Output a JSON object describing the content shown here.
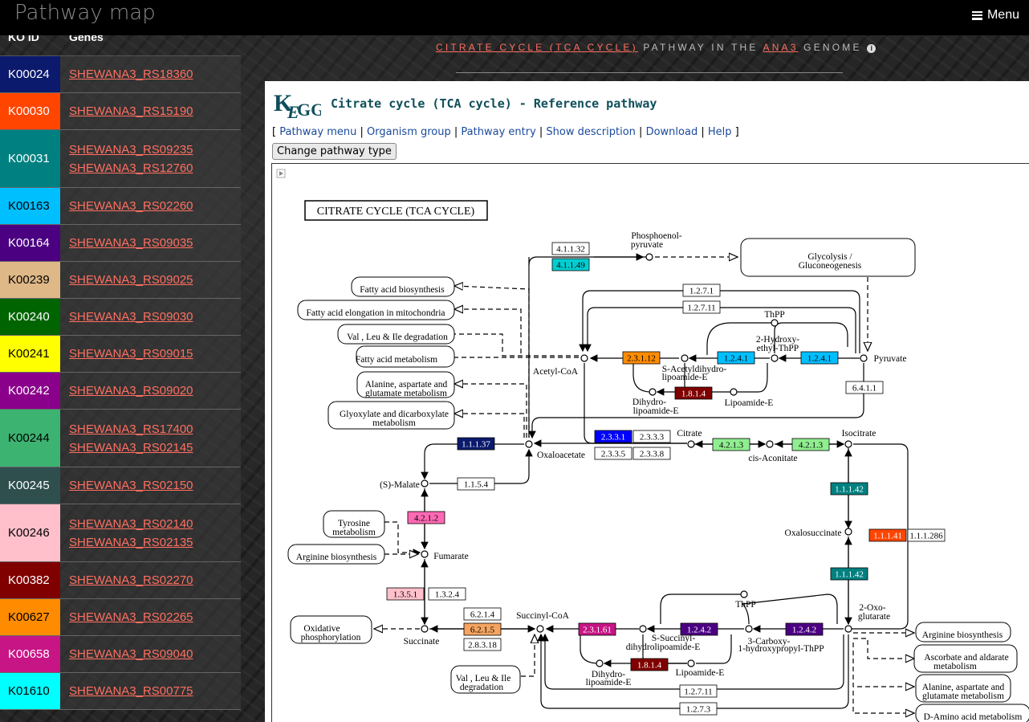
{
  "header": {
    "title": "Pathway map",
    "menu_label": "Menu",
    "menu_icon": "hamburger-icon"
  },
  "ko_table": {
    "col_ko": "KO ID",
    "col_genes": "Genes",
    "rows": [
      {
        "ko": "K00024",
        "color": "#0b1a6d",
        "genes": [
          "SHEWANA3_RS18360"
        ]
      },
      {
        "ko": "K00030",
        "color": "#ff4500",
        "genes": [
          "SHEWANA3_RS15190"
        ]
      },
      {
        "ko": "K00031",
        "color": "#008080",
        "genes": [
          "SHEWANA3_RS09235",
          "SHEWANA3_RS12760"
        ]
      },
      {
        "ko": "K00163",
        "color": "#00bfff",
        "genes": [
          "SHEWANA3_RS02260"
        ]
      },
      {
        "ko": "K00164",
        "color": "#4b0082",
        "genes": [
          "SHEWANA3_RS09035"
        ]
      },
      {
        "ko": "K00239",
        "color": "#deb887",
        "genes": [
          "SHEWANA3_RS09025"
        ]
      },
      {
        "ko": "K00240",
        "color": "#006400",
        "genes": [
          "SHEWANA3_RS09030"
        ]
      },
      {
        "ko": "K00241",
        "color": "#ffff00",
        "genes": [
          "SHEWANA3_RS09015"
        ]
      },
      {
        "ko": "K00242",
        "color": "#8b008b",
        "genes": [
          "SHEWANA3_RS09020"
        ]
      },
      {
        "ko": "K00244",
        "color": "#3cb371",
        "genes": [
          "SHEWANA3_RS17400",
          "SHEWANA3_RS02145"
        ]
      },
      {
        "ko": "K00245",
        "color": "#2f4f4f",
        "genes": [
          "SHEWANA3_RS02150"
        ]
      },
      {
        "ko": "K00246",
        "color": "#ffc0cb",
        "genes": [
          "SHEWANA3_RS02140",
          "SHEWANA3_RS02135"
        ]
      },
      {
        "ko": "K00382",
        "color": "#800000",
        "genes": [
          "SHEWANA3_RS02270"
        ]
      },
      {
        "ko": "K00627",
        "color": "#ff8c00",
        "genes": [
          "SHEWANA3_RS02265"
        ]
      },
      {
        "ko": "K00658",
        "color": "#c71585",
        "genes": [
          "SHEWANA3_RS09040"
        ]
      },
      {
        "ko": "K01610",
        "color": "#00ffff",
        "genes": [
          "SHEWANA3_RS00775"
        ]
      }
    ]
  },
  "heading": {
    "pathway": "CITRATE CYCLE (TCA CYCLE)",
    "middle": " PATHWAY IN THE ",
    "genome": "ANA3",
    "suffix": " GENOME ",
    "info_icon": "info-icon"
  },
  "kegg": {
    "logo_icon": "kegg-logo",
    "title": "Citrate cycle (TCA cycle) - Reference pathway",
    "links": [
      "Pathway menu",
      "Organism group",
      "Pathway entry",
      "Show description",
      "Download",
      "Help"
    ],
    "button": "Change pathway type",
    "map_title": "CITRATE  CYCLE  (TCA CYCLE)"
  },
  "map": {
    "enzymes": [
      {
        "id": "4.1.1.32",
        "color": "#ffffff"
      },
      {
        "id": "4.1.1.49",
        "color": "#00ced1"
      },
      {
        "id": "1.2.7.1",
        "color": "#ffffff"
      },
      {
        "id": "1.2.7.11",
        "color": "#ffffff"
      },
      {
        "id": "2.3.1.12",
        "color": "#ff8c00"
      },
      {
        "id": "1.2.4.1",
        "color": "#00bfff"
      },
      {
        "id": "1.2.4.1b",
        "label": "1.2.4.1",
        "color": "#00bfff"
      },
      {
        "id": "1.8.1.4",
        "color": "#800000"
      },
      {
        "id": "6.4.1.1",
        "color": "#ffffff"
      },
      {
        "id": "2.3.3.1",
        "color": "#0000ff"
      },
      {
        "id": "2.3.3.3",
        "color": "#ffffff"
      },
      {
        "id": "2.3.3.5",
        "color": "#ffffff"
      },
      {
        "id": "2.3.3.8",
        "color": "#ffffff"
      },
      {
        "id": "4.2.1.3",
        "color": "#90ee90"
      },
      {
        "id": "4.2.1.3b",
        "label": "4.2.1.3",
        "color": "#90ee90"
      },
      {
        "id": "1.1.1.37",
        "color": "#0b1a6d"
      },
      {
        "id": "1.1.5.4",
        "color": "#ffffff"
      },
      {
        "id": "4.2.1.2",
        "color": "#ff69b4"
      },
      {
        "id": "1.1.1.42",
        "color": "#008080"
      },
      {
        "id": "1.1.1.42b",
        "label": "1.1.1.42",
        "color": "#008080"
      },
      {
        "id": "1.1.1.41",
        "color": "#ff4500"
      },
      {
        "id": "1.1.1.286",
        "color": "#ffffff"
      },
      {
        "id": "1.3.5.1",
        "color": "#ffc0cb"
      },
      {
        "id": "1.3.2.4",
        "color": "#ffffff"
      },
      {
        "id": "6.2.1.4",
        "color": "#ffffff"
      },
      {
        "id": "6.2.1.5",
        "color": "#f4a460"
      },
      {
        "id": "2.8.3.18",
        "color": "#ffffff"
      },
      {
        "id": "2.3.1.61",
        "color": "#c71585"
      },
      {
        "id": "1.2.4.2",
        "color": "#4b0082"
      },
      {
        "id": "1.2.4.2b",
        "label": "1.2.4.2",
        "color": "#4b0082"
      },
      {
        "id": "1.8.1.4b",
        "label": "1.8.1.4",
        "color": "#800000"
      },
      {
        "id": "1.2.7.11b",
        "label": "1.2.7.11",
        "color": "#ffffff"
      },
      {
        "id": "1.2.7.3",
        "color": "#ffffff"
      }
    ],
    "pathways": [
      "Glycolysis / Gluconeogenesis",
      "Fatty acid biosynthesis",
      "Fatty acid elongation in mitochondria",
      "Val , Leu & Ile degradation",
      "Fatty acid metabolism",
      "Alanine, aspartate and glutamate metabolism",
      "Glyoxylate and dicarboxylate metabolism",
      "Tyrosine metabolism",
      "Arginine biosynthesis",
      "Oxidative phosphorylation",
      "Val , Leu & Ile degradation",
      "Arginine biosynthesis",
      "Ascorbate and aldarate metabolism",
      "Alanine, aspartate and glutamate metabolism",
      "D-Amino acid metabolism"
    ],
    "compounds": [
      "Phosphoenol-pyruvate",
      "ThPP",
      "2-Hydroxy-ethyl-ThPP",
      "Pyruvate",
      "Acetyl-CoA",
      "S-Acetyldihydro-lipoamide-E",
      "Dihydro-lipoamide-E",
      "Lipoamide-E",
      "Oxaloacetate",
      "Citrate",
      "cis-Aconitate",
      "Isocitrate",
      "(S)-Malate",
      "Fumarate",
      "Oxalosuccinate",
      "2-Oxo-glutarate",
      "Succinate",
      "Succinyl-CoA",
      "S-Succinyl-dihydrolipoamide-E",
      "3-Carboxy-1-hydroxypropyl-ThPP",
      "ThPP",
      "Dihydro-lipoamide-E",
      "Lipoamide-E"
    ]
  }
}
